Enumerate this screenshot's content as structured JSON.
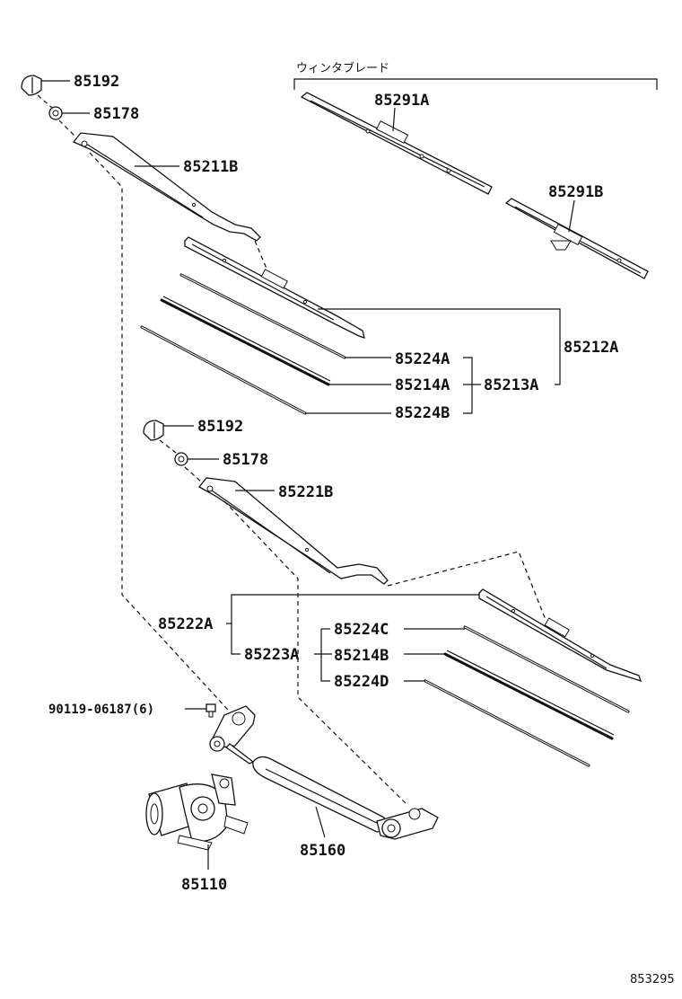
{
  "header": {
    "group_label": "ウィンタブレード"
  },
  "labels": {
    "p85192_top": "85192",
    "p85178_top": "85178",
    "p85211B": "85211B",
    "p85291A": "85291A",
    "p85291B": "85291B",
    "p85212A": "85212A",
    "p85224A": "85224A",
    "p85214A": "85214A",
    "p85213A": "85213A",
    "p85224B": "85224B",
    "p85192_mid": "85192",
    "p85178_mid": "85178",
    "p85221B": "85221B",
    "p85222A": "85222A",
    "p85224C": "85224C",
    "p85223A": "85223A",
    "p85214B": "85214B",
    "p85224D": "85224D",
    "p90119": "90119-06187(6)",
    "p85160": "85160",
    "p85110": "85110"
  },
  "diagram_id": "853295"
}
